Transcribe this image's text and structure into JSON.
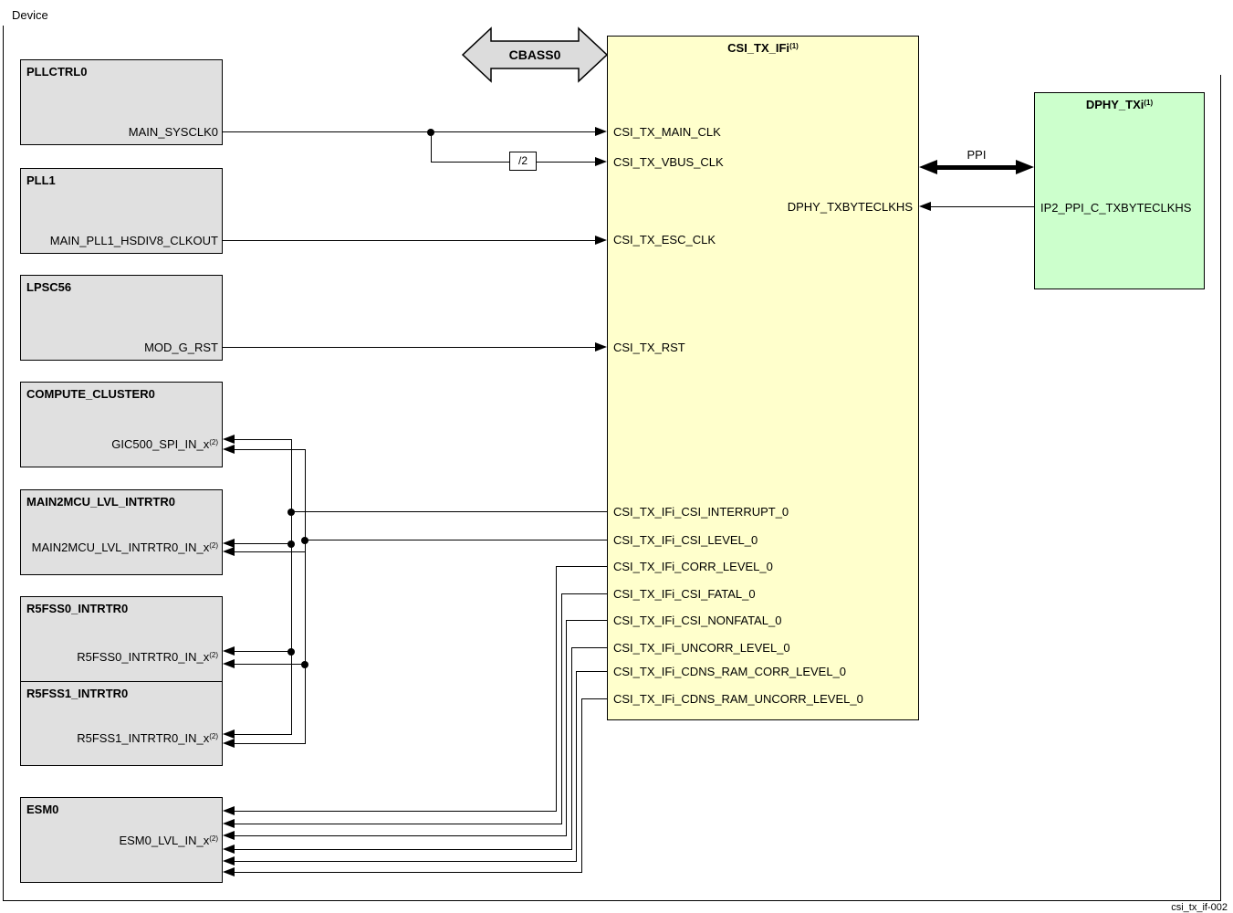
{
  "device_label": "Device",
  "footer_code": "csi_tx_if-002",
  "cbass_label": "CBASS0",
  "ppi_label": "PPI",
  "divider_label": "/2",
  "colors": {
    "peripheral_box_fill": "#e0e0e0",
    "csi_box_fill": "#ffffcc",
    "dphy_box_fill": "#ccffcc",
    "cbass_arrow_fill": "#dcdcdc",
    "line_color": "#000000"
  },
  "left_boxes": [
    {
      "title": "PLLCTRL0",
      "signal": "MAIN_SYSCLK0",
      "sup": ""
    },
    {
      "title": "PLL1",
      "signal": "MAIN_PLL1_HSDIV8_CLKOUT",
      "sup": ""
    },
    {
      "title": "LPSC56",
      "signal": "MOD_G_RST",
      "sup": ""
    },
    {
      "title": "COMPUTE_CLUSTER0",
      "signal": "GIC500_SPI_IN_x",
      "sup": "(2)"
    },
    {
      "title": "MAIN2MCU_LVL_INTRTR0",
      "signal": "MAIN2MCU_LVL_INTRTR0_IN_x",
      "sup": "(2)"
    },
    {
      "title": "R5FSS0_INTRTR0",
      "signal": "R5FSS0_INTRTR0_IN_x",
      "sup": "(2)"
    },
    {
      "title": "R5FSS1_INTRTR0",
      "signal": "R5FSS1_INTRTR0_IN_x",
      "sup": "(2)"
    },
    {
      "title": "ESM0",
      "signal": "ESM0_LVL_IN_x",
      "sup": "(2)"
    }
  ],
  "csi_box": {
    "title": "CSI_TX_IFi",
    "title_sup": "(1)",
    "signals_left": [
      "CSI_TX_MAIN_CLK",
      "CSI_TX_VBUS_CLK",
      "CSI_TX_ESC_CLK",
      "CSI_TX_RST",
      "CSI_TX_IFi_CSI_INTERRUPT_0",
      "CSI_TX_IFi_CSI_LEVEL_0",
      "CSI_TX_IFi_CORR_LEVEL_0",
      "CSI_TX_IFi_CSI_FATAL_0",
      "CSI_TX_IFi_CSI_NONFATAL_0",
      "CSI_TX_IFi_UNCORR_LEVEL_0",
      "CSI_TX_IFi_CDNS_RAM_CORR_LEVEL_0",
      "CSI_TX_IFi_CDNS_RAM_UNCORR_LEVEL_0"
    ],
    "signal_right": "DPHY_TXBYTECLKHS"
  },
  "dphy_box": {
    "title": "DPHY_TXi",
    "title_sup": "(1)",
    "signal": "IP2_PPI_C_TXBYTECLKHS"
  }
}
